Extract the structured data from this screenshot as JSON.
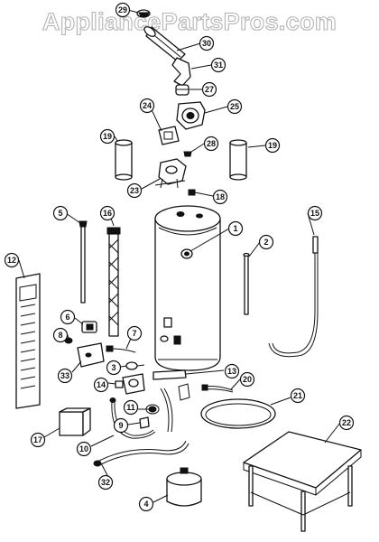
{
  "watermark": "AppliancePartsPros.com",
  "callouts": [
    "29",
    "30",
    "31",
    "27",
    "24",
    "25",
    "19",
    "28",
    "19",
    "23",
    "18",
    "5",
    "16",
    "1",
    "15",
    "2",
    "12",
    "6",
    "8",
    "7",
    "3",
    "33",
    "14",
    "13",
    "20",
    "11",
    "9",
    "21",
    "22",
    "17",
    "10",
    "32",
    "4"
  ]
}
